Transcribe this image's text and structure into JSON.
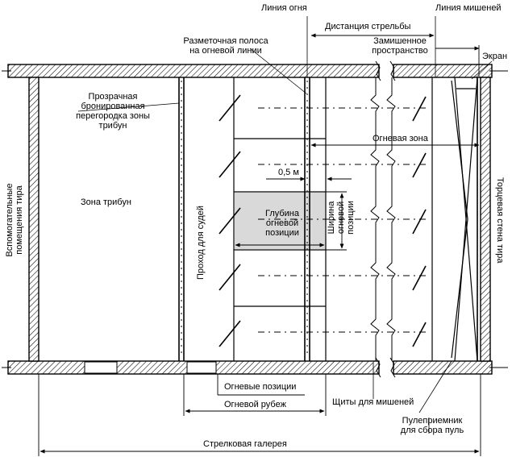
{
  "labels": {
    "firing_line": "Линия огня",
    "target_line": "Линия мишеней",
    "shooting_distance": "Дистанция стрельбы",
    "marking_strip_1": "Разметочная полоса",
    "marking_strip_2": "на огневой линии",
    "enclosed_space_1": "Замишенное",
    "enclosed_space_2": "пространство",
    "screen": "Экран",
    "partition_1": "Прозрачная",
    "partition_2": "бронированная",
    "partition_3": "перегородка зоны",
    "partition_4": "трибун",
    "firing_zone": "Огневая зона",
    "half_meter": "0,5 м",
    "stands_zone": "Зона трибун",
    "aux_rooms_1": "Вспомогательные",
    "aux_rooms_2": "помещения тира",
    "judges_pass": "Проход для судей",
    "depth_1": "Глубина",
    "depth_2": "огневой",
    "depth_3": "позиции",
    "width_1": "Ширина",
    "width_2": "огневой",
    "width_3": "позиции",
    "end_wall": "Торцевая стена тира",
    "firing_positions": "Огневые позиции",
    "firing_boundary": "Огневой рубеж",
    "target_shields": "Щиты для мишеней",
    "bullet_trap_1": "Пулеприемник",
    "bullet_trap_2": "для сбора пуль",
    "gallery": "Стрелковая галерея"
  }
}
